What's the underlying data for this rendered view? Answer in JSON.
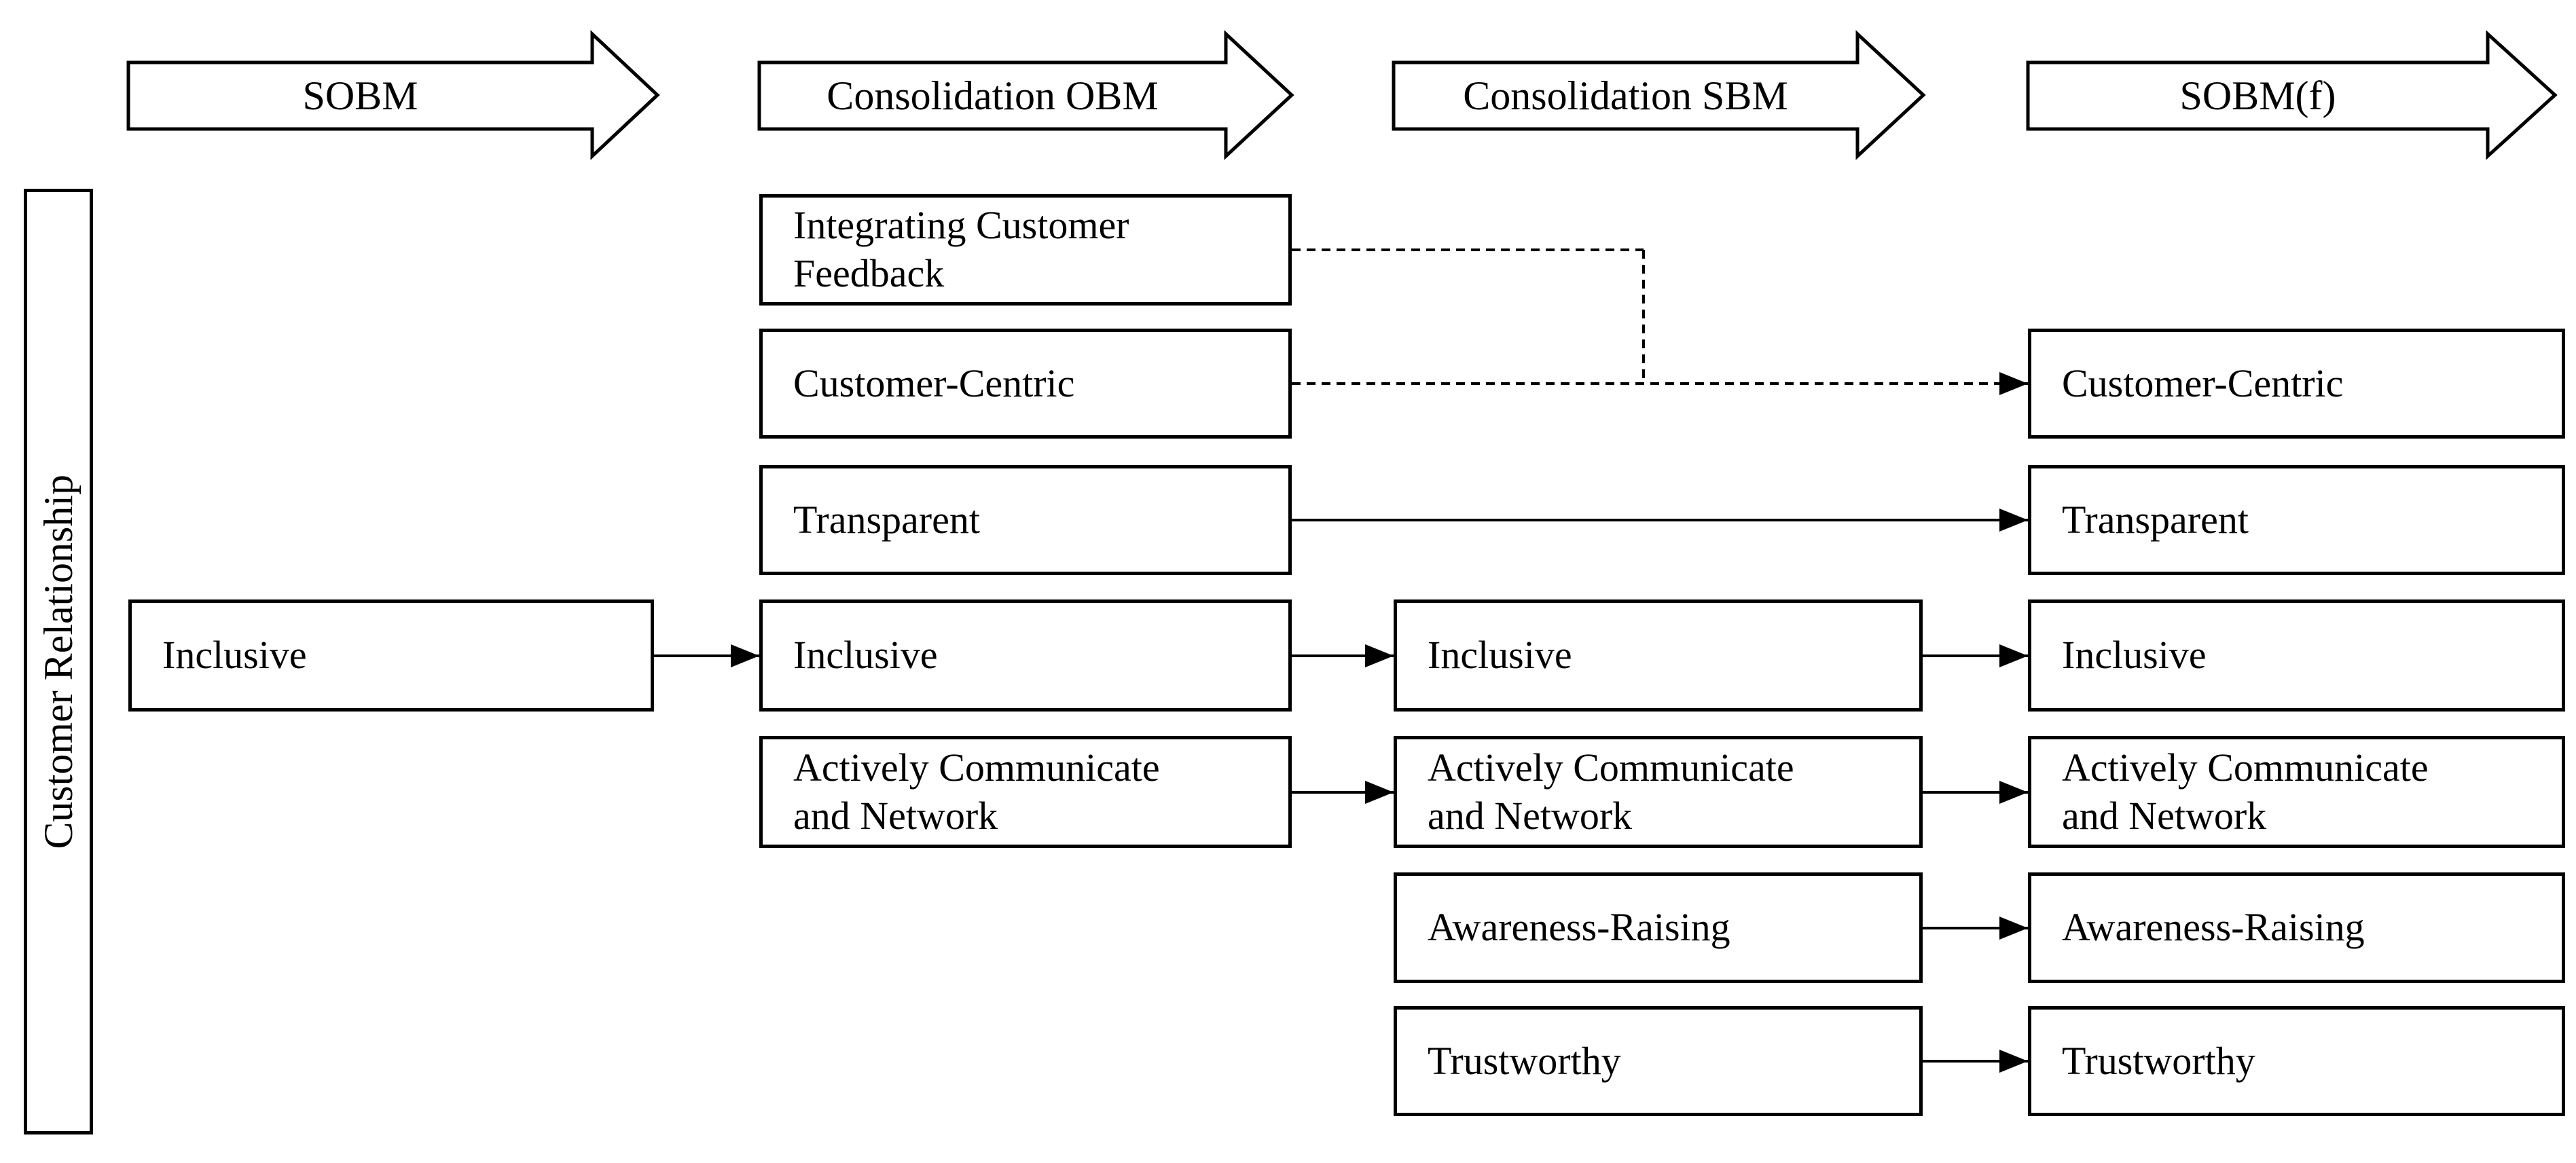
{
  "figure": {
    "background": "#ffffff",
    "line_color": "#000000"
  },
  "banners": [
    "SOBM",
    "Consolidation OBM",
    "Consolidation SBM",
    "SOBM(f)"
  ],
  "sidebar_label": "Customer Relationship",
  "columns": {
    "sobm": [
      "Inclusive"
    ],
    "consolidation_obm": [
      "Integrating Customer\nFeedback",
      "Customer-Centric",
      "Transparent",
      "Inclusive",
      "Actively Communicate\nand Network"
    ],
    "consolidation_sbm": [
      "Inclusive",
      "Actively Communicate\nand Network",
      "Awareness-Raising",
      "Trustworthy"
    ],
    "sobm_f": [
      "Customer-Centric",
      "Transparent",
      "Inclusive",
      "Actively Communicate\nand Network",
      "Awareness-Raising",
      "Trustworthy"
    ]
  },
  "connections": [
    {
      "from": "sobm.Inclusive",
      "to": "consolidation_obm.Inclusive",
      "style": "solid-arrow"
    },
    {
      "from": "consolidation_obm.Integrating Customer Feedback",
      "to": "sobm_f.Customer-Centric",
      "style": "dashed-merge"
    },
    {
      "from": "consolidation_obm.Customer-Centric",
      "to": "sobm_f.Customer-Centric",
      "style": "dashed-arrow"
    },
    {
      "from": "consolidation_obm.Transparent",
      "to": "sobm_f.Transparent",
      "style": "solid-arrow"
    },
    {
      "from": "consolidation_obm.Inclusive",
      "to": "consolidation_sbm.Inclusive",
      "style": "solid-arrow"
    },
    {
      "from": "consolidation_obm.Actively Communicate and Network",
      "to": "consolidation_sbm.Actively Communicate and Network",
      "style": "solid-arrow"
    },
    {
      "from": "consolidation_sbm.Inclusive",
      "to": "sobm_f.Inclusive",
      "style": "solid-arrow"
    },
    {
      "from": "consolidation_sbm.Actively Communicate and Network",
      "to": "sobm_f.Actively Communicate and Network",
      "style": "solid-arrow"
    },
    {
      "from": "consolidation_sbm.Awareness-Raising",
      "to": "sobm_f.Awareness-Raising",
      "style": "solid-arrow"
    },
    {
      "from": "consolidation_sbm.Trustworthy",
      "to": "sobm_f.Trustworthy",
      "style": "solid-arrow"
    }
  ]
}
